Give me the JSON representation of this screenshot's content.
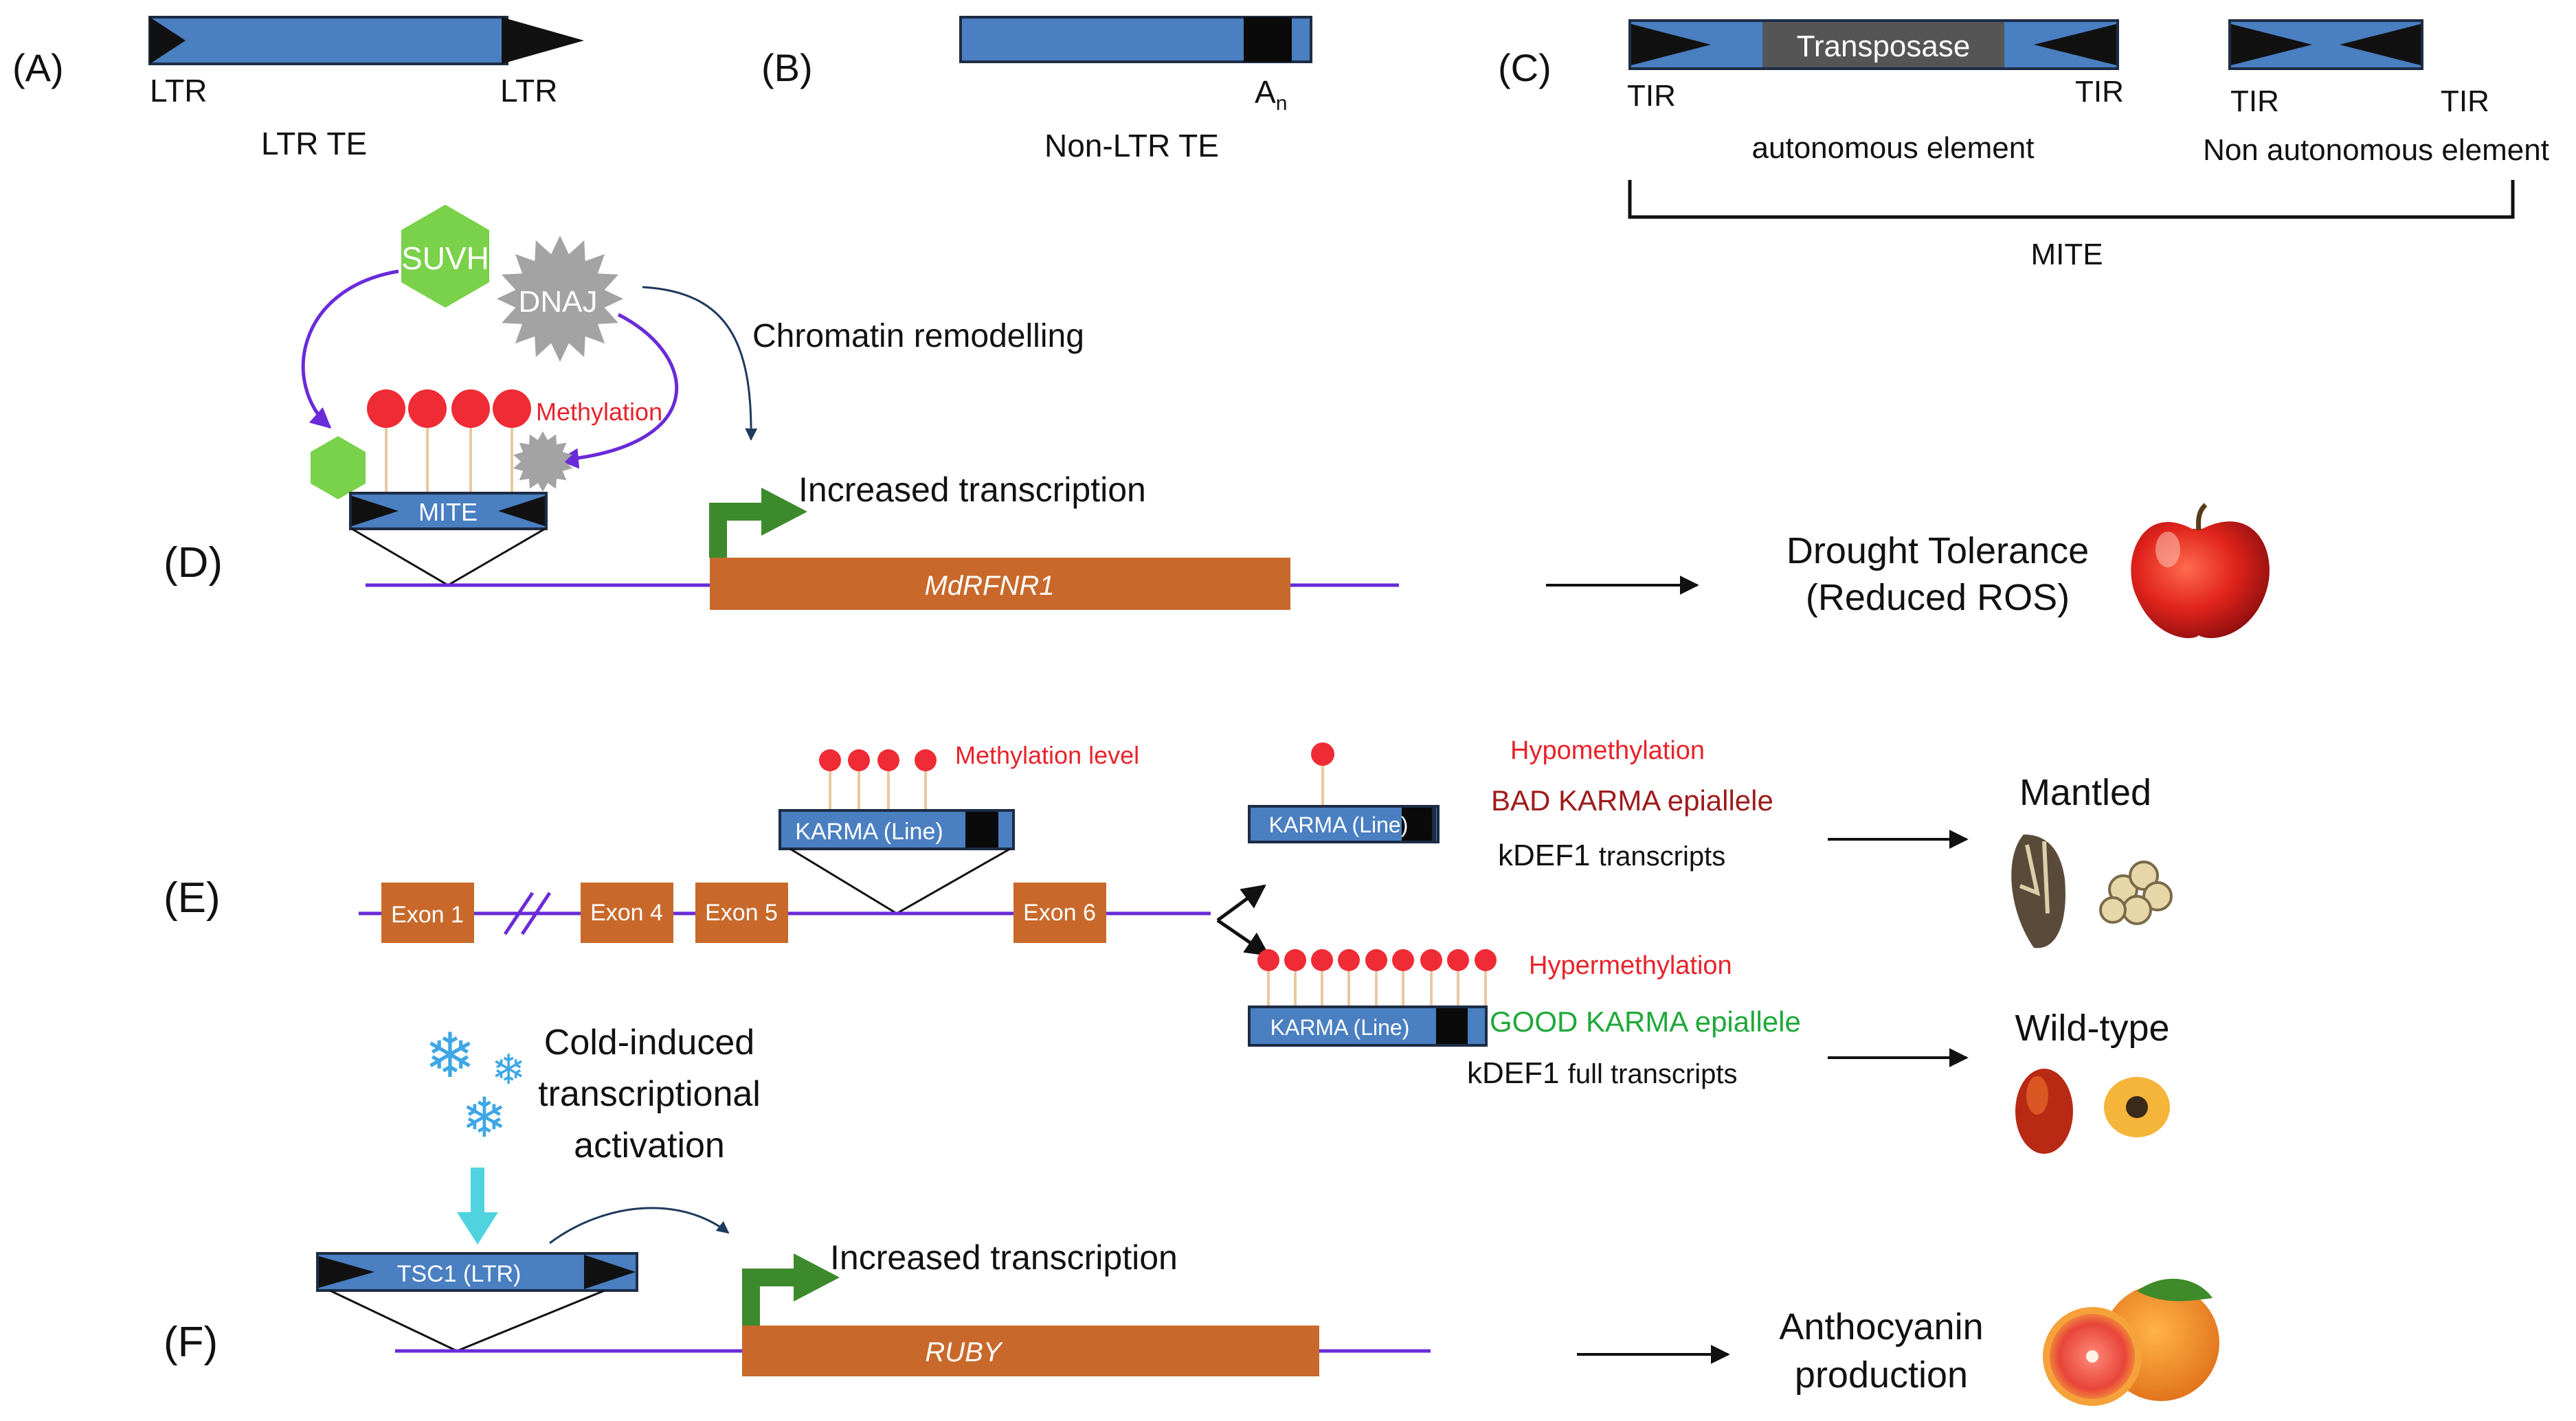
{
  "panel_letters": {
    "a": "(A)",
    "b": "(B)",
    "c": "(C)",
    "d": "(D)",
    "e": "(E)",
    "f": "(F)"
  },
  "panel_a": {
    "ltr_left": "LTR",
    "ltr_right": "LTR",
    "caption": "LTR TE"
  },
  "panel_b": {
    "tail": "A",
    "tail_sub": "n",
    "caption": "Non-LTR TE"
  },
  "panel_c": {
    "transposase": "Transposase",
    "tir1": "TIR",
    "tir2": "TIR",
    "tir3": "TIR",
    "tir4": "TIR",
    "autonomous": "autonomous element",
    "non_autonomous": "Non autonomous element",
    "mite": "MITE"
  },
  "panel_d": {
    "suvh": "SUVH",
    "dnaj": "DNAJ",
    "chromatin": "Chromatin remodelling",
    "methylation": "Methylation",
    "mite_box": "MITE",
    "increased": "Increased transcription",
    "gene": "MdRFNR1",
    "outcome_line1": "Drought Tolerance",
    "outcome_line2": "(Reduced ROS)"
  },
  "panel_e": {
    "methylation_level": "Methylation level",
    "karma_top": "KARMA (Line)",
    "exon1": "Exon 1",
    "exon4": "Exon 4",
    "exon5": "Exon 5",
    "exon6": "Exon 6",
    "hypo": "Hypomethylation",
    "karma_hypo": "KARMA (Line)",
    "bad": "BAD KARMA epiallele",
    "kdef_a": "kDEF1",
    "kdef_a_rest": "transcripts",
    "mantled": "Mantled",
    "hyper": "Hypermethylation",
    "karma_hyper": "KARMA (Line)",
    "good": "GOOD KARMA epiallele",
    "kdef_b": "kDEF1",
    "kdef_b_rest": "full transcripts",
    "wildtype": "Wild-type"
  },
  "panel_f": {
    "cold_line1": "Cold-induced",
    "cold_line2": "transcriptional",
    "cold_line3": "activation",
    "tsc1": "TSC1 (LTR)",
    "increased": "Increased transcription",
    "gene": "RUBY",
    "outcome_line1": "Anthocyanin",
    "outcome_line2": "production"
  },
  "colors": {
    "te_blue": "#4a7fc1",
    "exon_orange": "#c8692b",
    "dna_purple": "#6a2bd9",
    "methyl_red": "#ef2b35",
    "suvh_green": "#7ad14a",
    "dnaj_grey": "#a3a3a3",
    "arrow_green": "#3d8a2c",
    "cold_cyan": "#4fd3df"
  }
}
